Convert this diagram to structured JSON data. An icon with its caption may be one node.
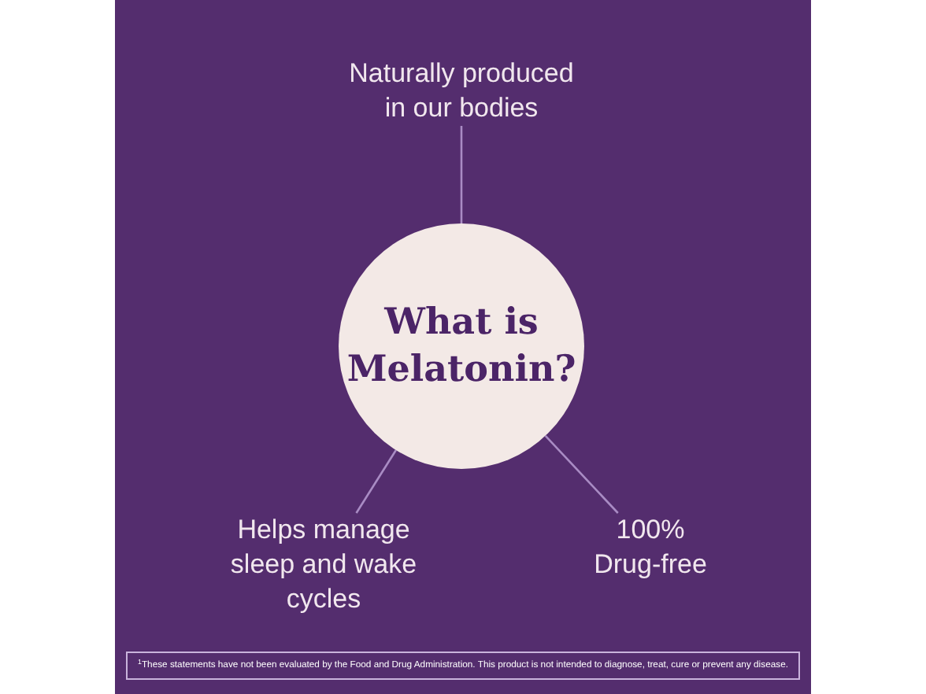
{
  "diagram": {
    "nodes": [
      {
        "text": [
          "Naturally produced in our bodies"
        ]
      },
      {
        "text": [
          "What is Melatonin?"
        ]
      },
      {
        "text": [
          "Helps manage sleep and wake cycles"
        ]
      },
      {
        "text": [
          "100% Drug-free"
        ]
      }
    ],
    "edges": [
      {
        "from": 0,
        "to": 1,
        "arrow": "none"
      },
      {
        "from": 2,
        "to": 1,
        "arrow": "none"
      },
      {
        "from": 3,
        "to": 1,
        "arrow": "none"
      }
    ],
    "labels": [
      "$^{1}$These statements have not been evaluated by the Food and Drug Administration. This product is not intended to diagnose, treat, cure or prevent any disease."
    ]
  }
}
